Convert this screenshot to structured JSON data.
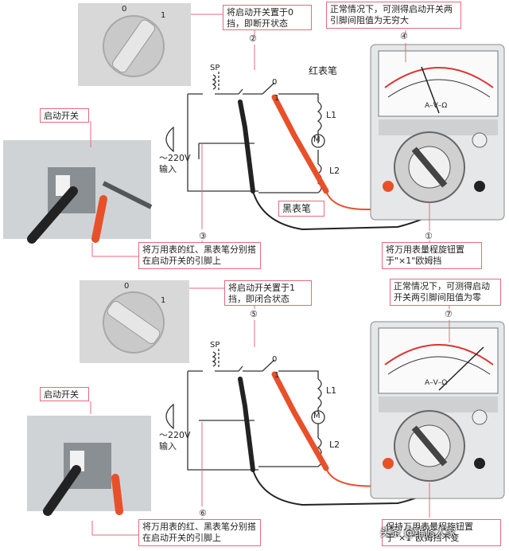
{
  "top": {
    "knob_marks": [
      "0",
      "1"
    ],
    "callout_step2": "将启动开关置于0挡，即断开状态",
    "step2": "②",
    "callout_step4": "正常情况下，可测得启动开关两引脚间阻值为无穷大",
    "step4": "④",
    "sp": "SP",
    "switch_marks": [
      "0",
      "1"
    ],
    "red_probe": "红表笔",
    "black_probe": "黑表笔",
    "coil1": "L1",
    "coil2": "L2",
    "motor": "M",
    "start_switch": "启动开关",
    "input": "～220V\n输入",
    "step3": "③",
    "callout_step3": "将万用表的红、黑表笔分别搭在启动开关的引脚上",
    "step1": "①",
    "callout_step1": "将万用表量程旋钮置于\"×1\"欧姆挡"
  },
  "bottom": {
    "knob_marks": [
      "0",
      "1"
    ],
    "callout_step5": "将启动开关置于1挡，即闭合状态",
    "step5": "⑤",
    "callout_step7": "正常情况下，可测得启动开关两引脚间阻值为零",
    "step7": "⑦",
    "sp": "SP",
    "switch_marks": [
      "0",
      "1"
    ],
    "coil1": "L1",
    "coil2": "L2",
    "motor": "M",
    "start_switch": "启动开关",
    "input": "～220V\n输入",
    "step6": "⑥",
    "callout_step6": "将万用表的红、黑表笔分别搭在启动开关的引脚上",
    "callout_hold": "保持万用表量程旋钮置于\"×1\"欧姆挡不变"
  },
  "meter_scale": "A–V–Ω",
  "watermark": "头条 @维修人家",
  "colors": {
    "callout_border": "#e86a7a",
    "red_probe": "#e8502a",
    "black_probe": "#222222",
    "wire": "#333333"
  }
}
